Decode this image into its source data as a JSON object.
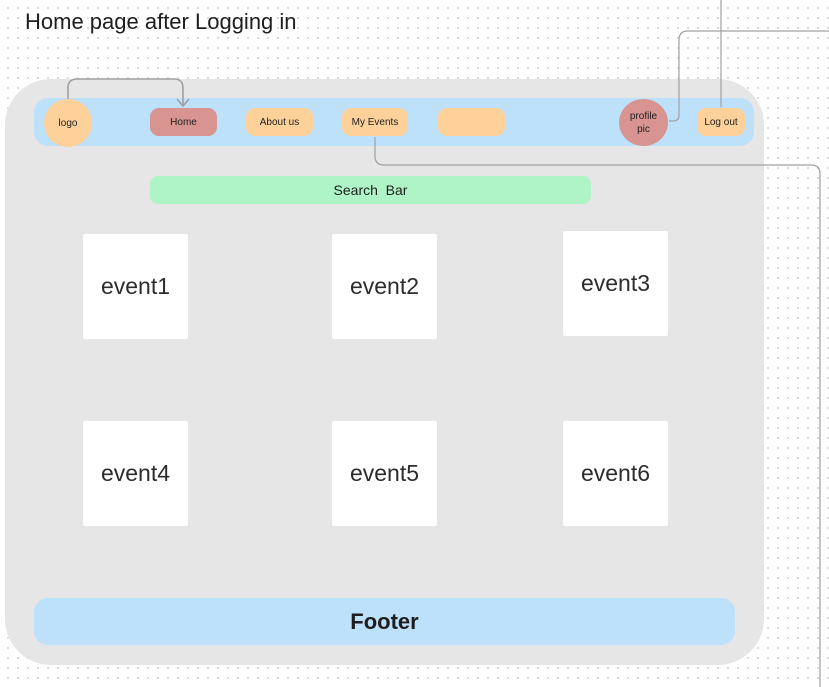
{
  "title": "Home page after Logging in",
  "navbar": {
    "logo_label": "logo",
    "home_label": "Home",
    "about_label": "About us",
    "my_events_label": "My Events",
    "blank_label": "",
    "profile_label": "profile pic",
    "logout_label": "Log out"
  },
  "search": {
    "label": "Search  Bar"
  },
  "events": [
    "event1",
    "event2",
    "event3",
    "event4",
    "event5",
    "event6"
  ],
  "footer": {
    "label": "Footer"
  },
  "colors": {
    "frame": "#e6e6e6",
    "navbar": "#bde0fb",
    "peach_button": "#fdd199",
    "rose_button": "#d79491",
    "search_bar": "#aff4c6",
    "connector": "#a0a0a0"
  }
}
